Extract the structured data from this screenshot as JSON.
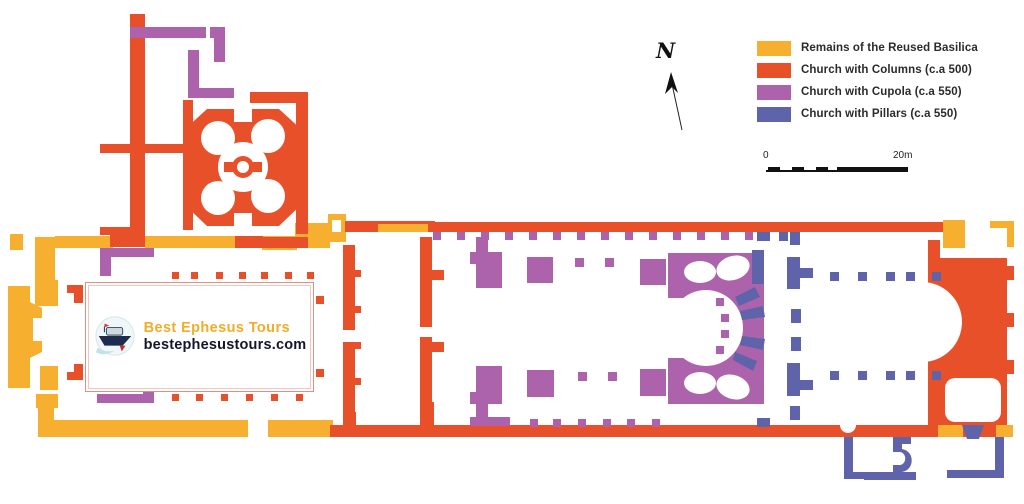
{
  "legend": {
    "items": [
      {
        "label": "Remains of the Reused Basilica",
        "color": "#F6AF2F"
      },
      {
        "label": "Church with Columns (c.a 500)",
        "color": "#E8502A"
      },
      {
        "label": "Church with Cupola (c.a 550)",
        "color": "#AD62AC"
      },
      {
        "label": "Church with Pillars (c.a 550)",
        "color": "#5F64AA"
      }
    ]
  },
  "compass": {
    "label": "N"
  },
  "scale_bar": {
    "start_label": "0",
    "end_label": "20m"
  },
  "watermark": {
    "name": "Best Ephesus Tours",
    "url": "bestephesustours.com"
  }
}
